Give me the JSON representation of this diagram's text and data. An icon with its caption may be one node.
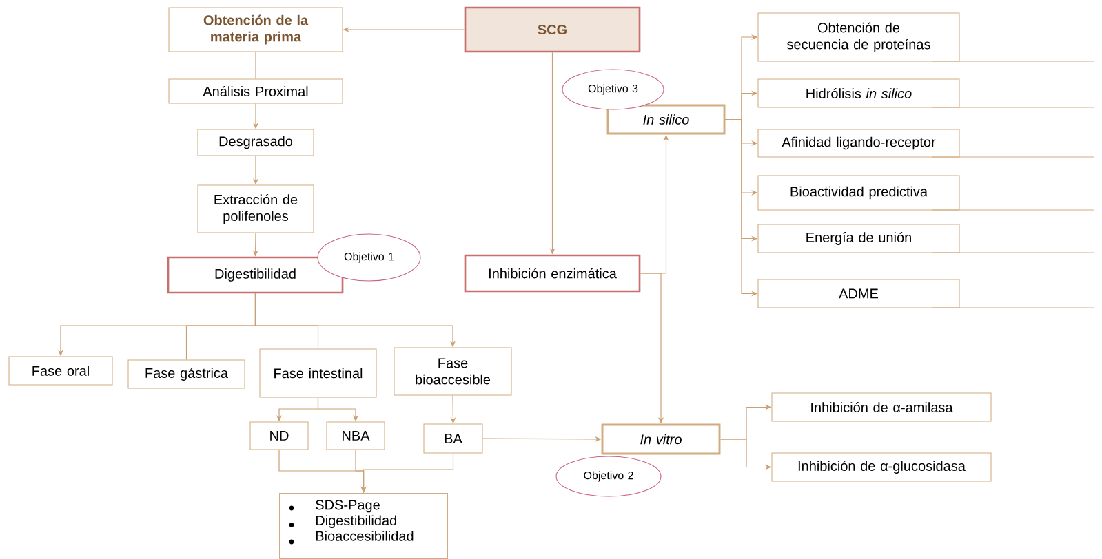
{
  "diagram": {
    "nodes": [
      {
        "text": [
          "SCG"
        ]
      },
      {
        "text": [
          "Obtención de la materia prima"
        ]
      },
      {
        "text": [
          "Análisis Proximal"
        ]
      },
      {
        "text": [
          "Desgrasado"
        ]
      },
      {
        "text": [
          "Extracción de polifenoles"
        ]
      },
      {
        "text": [
          "Digestibilidad"
        ]
      },
      {
        "text": [
          "Objetivo 1"
        ]
      },
      {
        "text": [
          "Fase oral"
        ]
      },
      {
        "text": [
          "Fase gástrica"
        ]
      },
      {
        "text": [
          "Fase intestinal"
        ]
      },
      {
        "text": [
          "Fase bioaccesible"
        ]
      },
      {
        "text": [
          "ND"
        ]
      },
      {
        "text": [
          "NBA"
        ]
      },
      {
        "text": [
          "BA"
        ]
      },
      {
        "text": [
          "SDS-Page",
          "Digestibilidad",
          "Bioaccesibilidad"
        ]
      },
      {
        "text": [
          "Inhibición enzimática"
        ]
      },
      {
        "text": [
          "Objetivo 3"
        ]
      },
      {
        "text": [
          "In silico"
        ]
      },
      {
        "text": [
          "Obtención de secuencia de proteínas"
        ]
      },
      {
        "text": [
          "Hidrólisis *in silico*"
        ]
      },
      {
        "text": [
          "Afinidad ligando-receptor"
        ]
      },
      {
        "text": [
          "Bioactividad predictiva"
        ]
      },
      {
        "text": [
          "Energía de unión"
        ]
      },
      {
        "text": [
          "ADME"
        ]
      },
      {
        "text": [
          "In vitro"
        ]
      },
      {
        "text": [
          "Objetivo 2"
        ]
      },
      {
        "text": [
          "Inhibición de α-amilasa"
        ]
      },
      {
        "text": [
          "Inhibición de α-glucosidasa"
        ]
      }
    ],
    "edges": [
      {
        "from": 0,
        "to": 1,
        "arrow": "to"
      },
      {
        "from": 1,
        "to": 2,
        "arrow": "none"
      },
      {
        "from": 2,
        "to": 3,
        "arrow": "to"
      },
      {
        "from": 3,
        "to": 4,
        "arrow": "to"
      },
      {
        "from": 4,
        "to": 5,
        "arrow": "to"
      },
      {
        "from": 5,
        "to": 7,
        "arrow": "to"
      },
      {
        "from": 5,
        "to": 8,
        "arrow": "none"
      },
      {
        "from": 5,
        "to": 9,
        "arrow": "none"
      },
      {
        "from": 5,
        "to": 10,
        "arrow": "to"
      },
      {
        "from": 9,
        "to": 11,
        "arrow": "to"
      },
      {
        "from": 9,
        "to": 12,
        "arrow": "to"
      },
      {
        "from": 10,
        "to": 13,
        "arrow": "to"
      },
      {
        "from": 11,
        "to": 14,
        "arrow": "to"
      },
      {
        "from": 12,
        "to": 14,
        "arrow": "to"
      },
      {
        "from": 13,
        "to": 14,
        "arrow": "to"
      },
      {
        "from": 13,
        "to": 24,
        "arrow": "to"
      },
      {
        "from": 0,
        "to": 15,
        "arrow": "to"
      },
      {
        "from": 15,
        "to": 17,
        "arrow": "to"
      },
      {
        "from": 15,
        "to": 24,
        "arrow": "to"
      },
      {
        "from": 17,
        "to": 18,
        "arrow": "to"
      },
      {
        "from": 17,
        "to": 19,
        "arrow": "to"
      },
      {
        "from": 17,
        "to": 20,
        "arrow": "to"
      },
      {
        "from": 17,
        "to": 21,
        "arrow": "to"
      },
      {
        "from": 17,
        "to": 22,
        "arrow": "to"
      },
      {
        "from": 17,
        "to": 23,
        "arrow": "to"
      },
      {
        "from": 24,
        "to": 26,
        "arrow": "to"
      },
      {
        "from": 24,
        "to": 27,
        "arrow": "to"
      }
    ]
  }
}
